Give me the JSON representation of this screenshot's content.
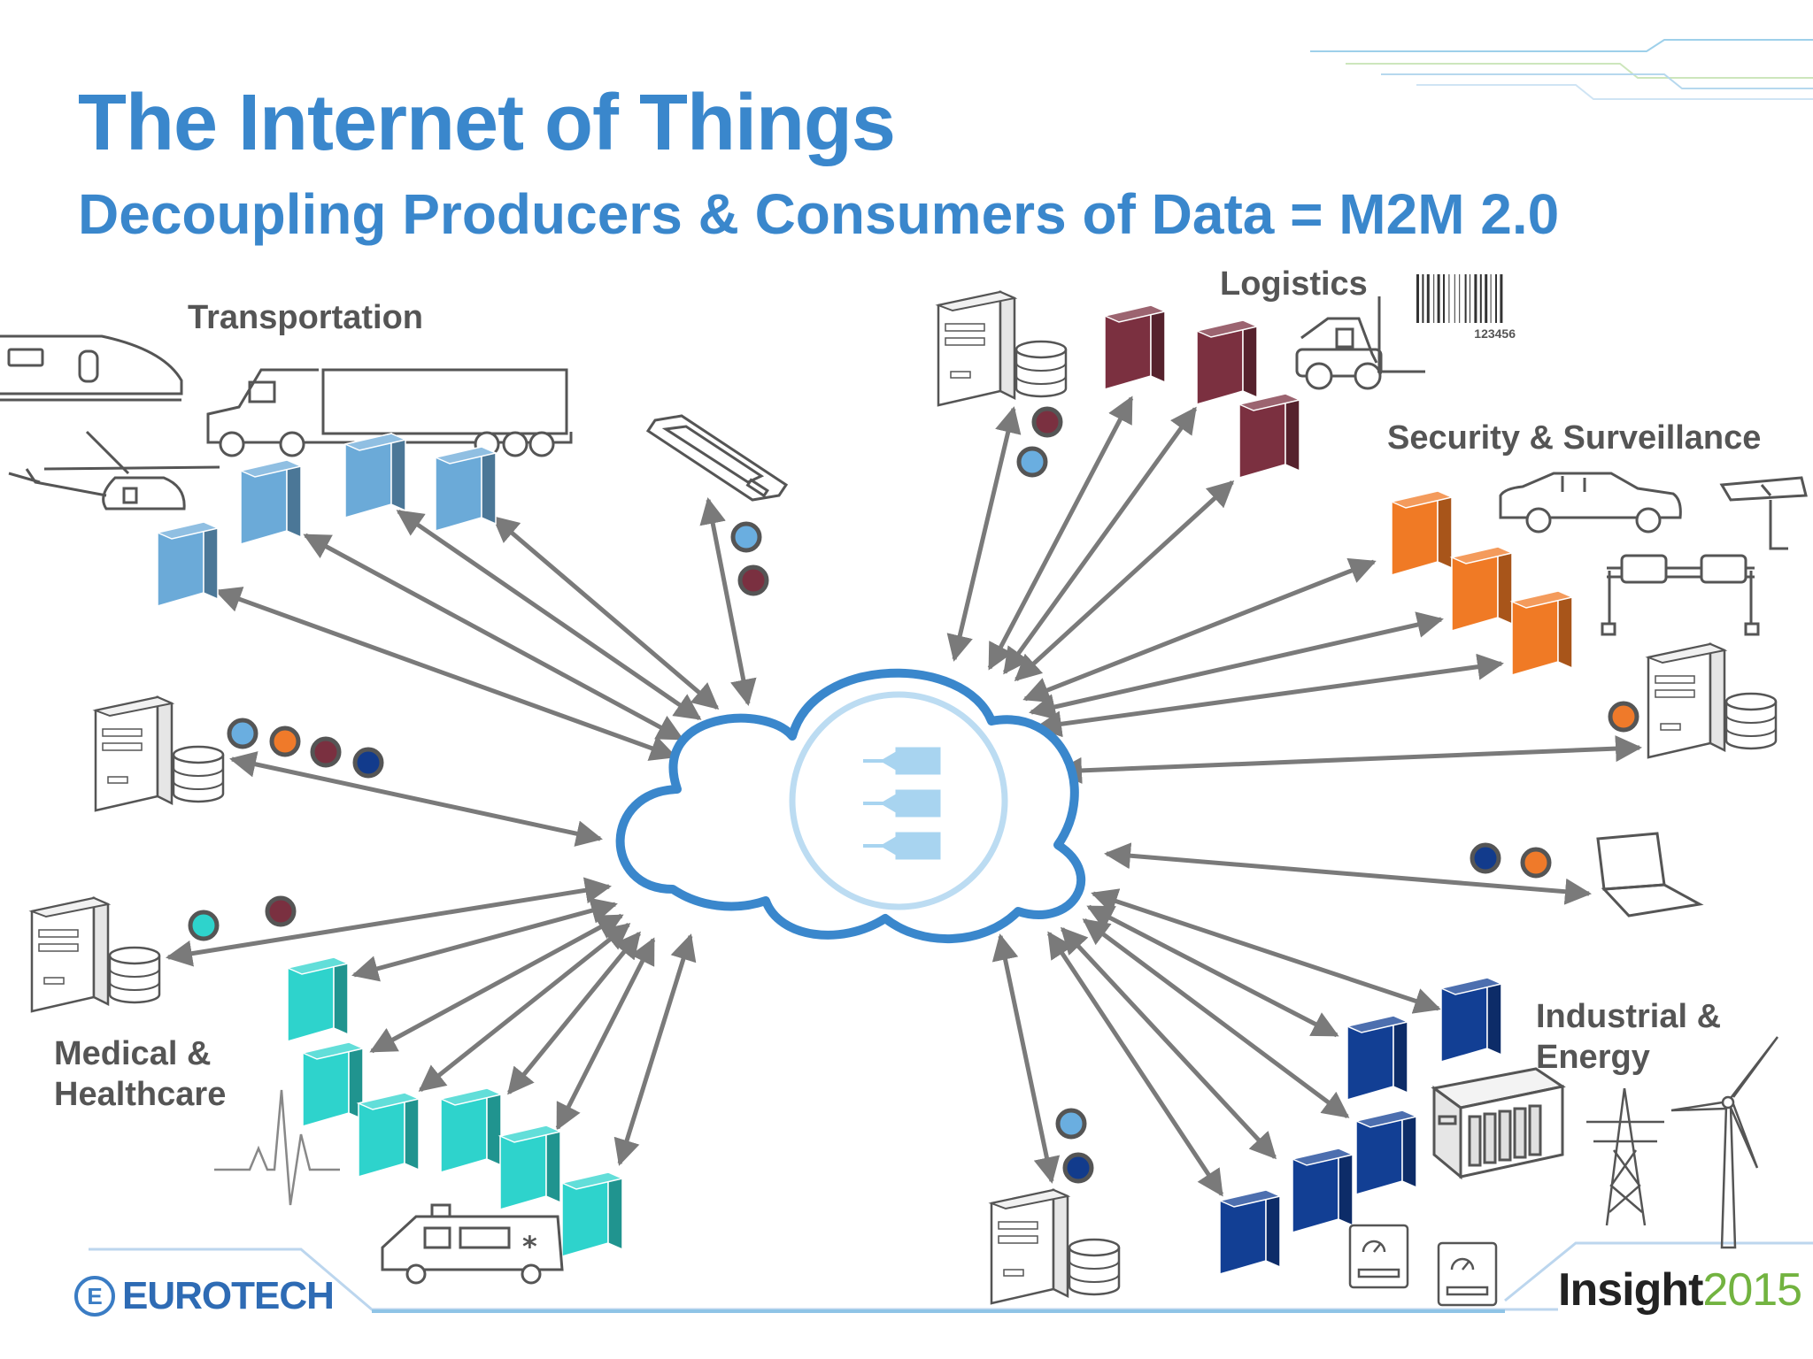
{
  "slide": {
    "title": "The Internet of Things",
    "subtitle": "Decoupling Producers & Consumers of Data = M2M 2.0",
    "title_color": "#3a87cc"
  },
  "sectors": {
    "transportation": "Transportation",
    "logistics": "Logistics",
    "security": "Security & Surveillance",
    "medical_line1": "Medical &",
    "medical_line2": "Healthcare",
    "industrial_line1": "Industrial &",
    "industrial_line2": "Energy"
  },
  "barcode_number": "123456",
  "branding": {
    "left_logo": "EUROTECH",
    "right_logo_word": "Insight",
    "right_logo_year": "2015",
    "right_year_color": "#72b340"
  },
  "colors": {
    "transportation": "#6baad8",
    "logistics": "#7b3040",
    "security": "#f07a25",
    "medical": "#2ed3cc",
    "industrial": "#123f94",
    "dot_light_blue": "#6aaee0",
    "dot_orange": "#ef7a2a",
    "dot_maroon": "#7a3040",
    "dot_navy": "#123b8c",
    "dot_teal": "#2ed3cc",
    "arrow": "#7a7a7a",
    "cloud_outline": "#3a87cc"
  },
  "icons": [
    "train-icon",
    "truck-icon",
    "helicopter-icon",
    "phone-icon",
    "server-icon",
    "forklift-icon",
    "barcode-icon",
    "car-icon",
    "camera-icon",
    "gantry-icon",
    "laptop-icon",
    "ambulance-icon",
    "ecg-icon",
    "rack-icon",
    "meter-icon",
    "pylon-icon",
    "wind-turbine-icon",
    "cloud-icon",
    "broker-icon"
  ]
}
